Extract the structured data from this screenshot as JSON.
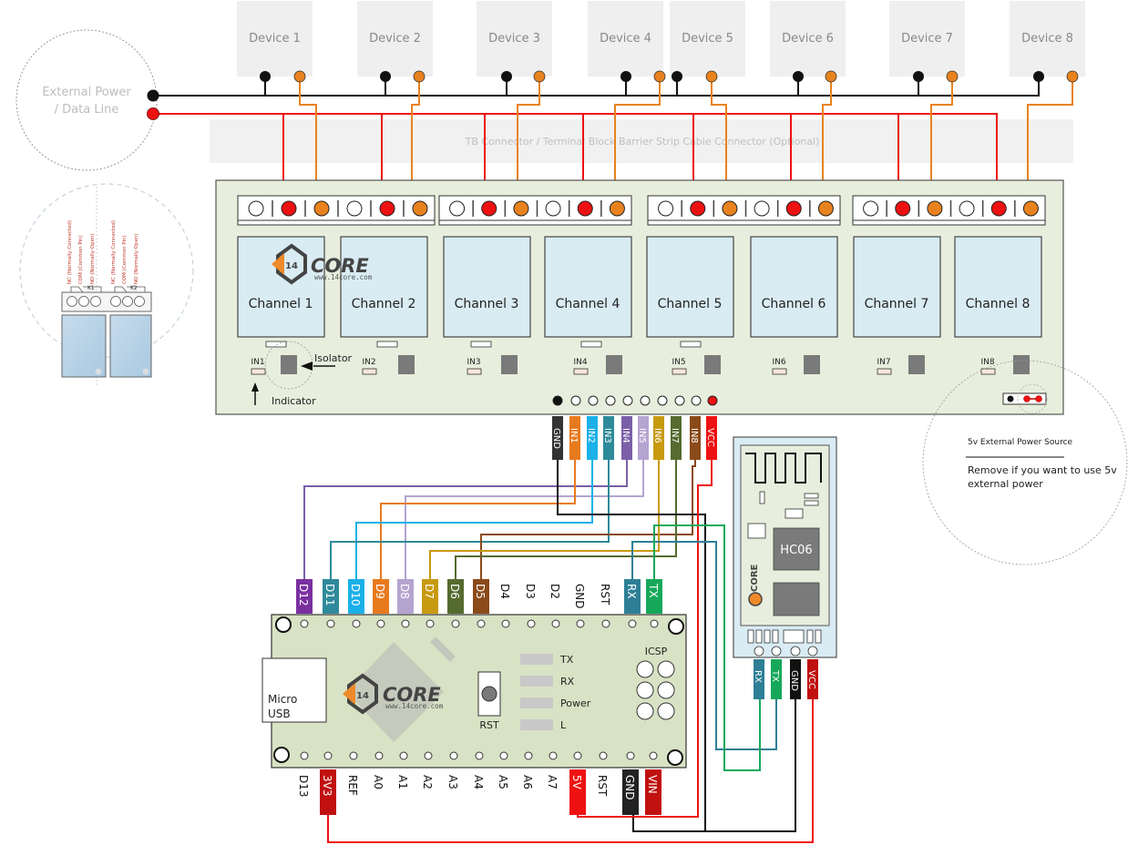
{
  "external": {
    "title_line1": "External Power",
    "title_line2": "/ Data Line"
  },
  "devices": [
    "Device 1",
    "Device 2",
    "Device 3",
    "Device 4",
    "Device 5",
    "Device 6",
    "Device 7",
    "Device 8"
  ],
  "tb_connector": "TB Connector / Terminal Block Barrier Strip Cable Connector (Optional)",
  "relay_detail": {
    "k1": "K1",
    "k2": "K2",
    "pins": [
      "NC (Normally Connected)",
      "COM (Common Pin)",
      "NO (Normally Open)",
      "NC (Normally Connected)",
      "COM (Common Pin)",
      "NO (Normally Open)"
    ]
  },
  "relay_board": {
    "channels": [
      "Channel 1",
      "Channel 2",
      "Channel 3",
      "Channel 4",
      "Channel 5",
      "Channel 6",
      "Channel 7",
      "Channel 8"
    ],
    "inputs": [
      "IN1",
      "IN2",
      "IN3",
      "IN4",
      "IN5",
      "IN6",
      "IN7",
      "IN8"
    ],
    "isolator_label": "Isolator",
    "indicator_label": "Indicator",
    "logo_text": "CORE",
    "logo_url": "www.14core.com",
    "header_pins": [
      {
        "label": "GND",
        "color": "#333333"
      },
      {
        "label": "IN1",
        "color": "#e87a1e"
      },
      {
        "label": "IN2",
        "color": "#1ab0e8"
      },
      {
        "label": "IN3",
        "color": "#2e8a9a"
      },
      {
        "label": "IN4",
        "color": "#7a5fa8"
      },
      {
        "label": "IN5",
        "color": "#b4a4d0"
      },
      {
        "label": "IN6",
        "color": "#c89a10"
      },
      {
        "label": "IN7",
        "color": "#556b2f"
      },
      {
        "label": "IN8",
        "color": "#8b4a1a"
      },
      {
        "label": "VCC",
        "color": "#ee1111"
      }
    ]
  },
  "power_note": {
    "title": "5v External Power Source",
    "body_line1": "Remove if you want to use 5v",
    "body_line2": "external power"
  },
  "bt_module": {
    "chip": "HC06",
    "pins": [
      {
        "label": "RX",
        "color": "#2e7f96"
      },
      {
        "label": "TX",
        "color": "#16a85a"
      },
      {
        "label": "GND",
        "color": "#111111"
      },
      {
        "label": "VCC",
        "color": "#c01010"
      }
    ]
  },
  "arduino": {
    "top_pins": [
      {
        "label": "D12",
        "color": "#7a2fa0"
      },
      {
        "label": "D11",
        "color": "#2e8a9a"
      },
      {
        "label": "D10",
        "color": "#1ab0e8"
      },
      {
        "label": "D9",
        "color": "#e87a1e"
      },
      {
        "label": "D8",
        "color": "#b4a4d0"
      },
      {
        "label": "D7",
        "color": "#c89a10"
      },
      {
        "label": "D6",
        "color": "#556b2f"
      },
      {
        "label": "D5",
        "color": "#8b4a1a"
      },
      {
        "label": "D4",
        "color": ""
      },
      {
        "label": "D3",
        "color": ""
      },
      {
        "label": "D2",
        "color": ""
      },
      {
        "label": "GND",
        "color": ""
      },
      {
        "label": "RST",
        "color": ""
      },
      {
        "label": "RX",
        "color": "#2e7f96"
      },
      {
        "label": "TX",
        "color": "#16a85a"
      }
    ],
    "bottom_pins": [
      {
        "label": "D13",
        "color": ""
      },
      {
        "label": "3V3",
        "color": "#c01010"
      },
      {
        "label": "REF",
        "color": ""
      },
      {
        "label": "A0",
        "color": ""
      },
      {
        "label": "A1",
        "color": ""
      },
      {
        "label": "A2",
        "color": ""
      },
      {
        "label": "A3",
        "color": ""
      },
      {
        "label": "A4",
        "color": ""
      },
      {
        "label": "A5",
        "color": ""
      },
      {
        "label": "A6",
        "color": ""
      },
      {
        "label": "A7",
        "color": ""
      },
      {
        "label": "5V",
        "color": "#ee1111"
      },
      {
        "label": "RST",
        "color": ""
      },
      {
        "label": "GND",
        "color": "#222222"
      },
      {
        "label": "VIN",
        "color": "#c01010"
      }
    ],
    "usb_line1": "Micro",
    "usb_line2": "USB",
    "rst_label": "RST",
    "icsp_label": "ICSP",
    "leds": [
      "TX",
      "RX",
      "Power",
      "L"
    ],
    "logo_text": "CORE",
    "logo_url": "www.14core.com"
  },
  "colors": {
    "wire_black": "#111111",
    "wire_red": "#ee1111",
    "wire_orange": "#e8821e",
    "board_green": "#e8eedd",
    "arduino_green": "#d8e2c4",
    "relay_blue": "#d9ebf3"
  }
}
